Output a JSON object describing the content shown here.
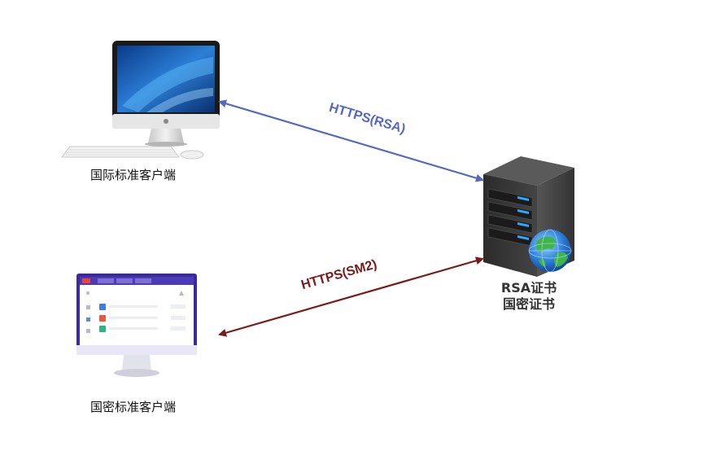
{
  "clients": [
    {
      "label": "国际标准客户端",
      "icon": "imac-desktop-icon"
    },
    {
      "label": "国密标准客户端",
      "icon": "wps-office-monitor-icon"
    }
  ],
  "server": {
    "icon": "server-tower-globe-icon",
    "cert_lines": [
      "RSA证书",
      "国密证书"
    ]
  },
  "links": [
    {
      "label": "HTTPS(RSA)",
      "color": "#5468c2"
    },
    {
      "label": "HTTPS(SM2)",
      "color": "#7b1a1a"
    }
  ],
  "colors": {
    "rsa": "#5468c2",
    "sm2": "#7b1a1a"
  }
}
